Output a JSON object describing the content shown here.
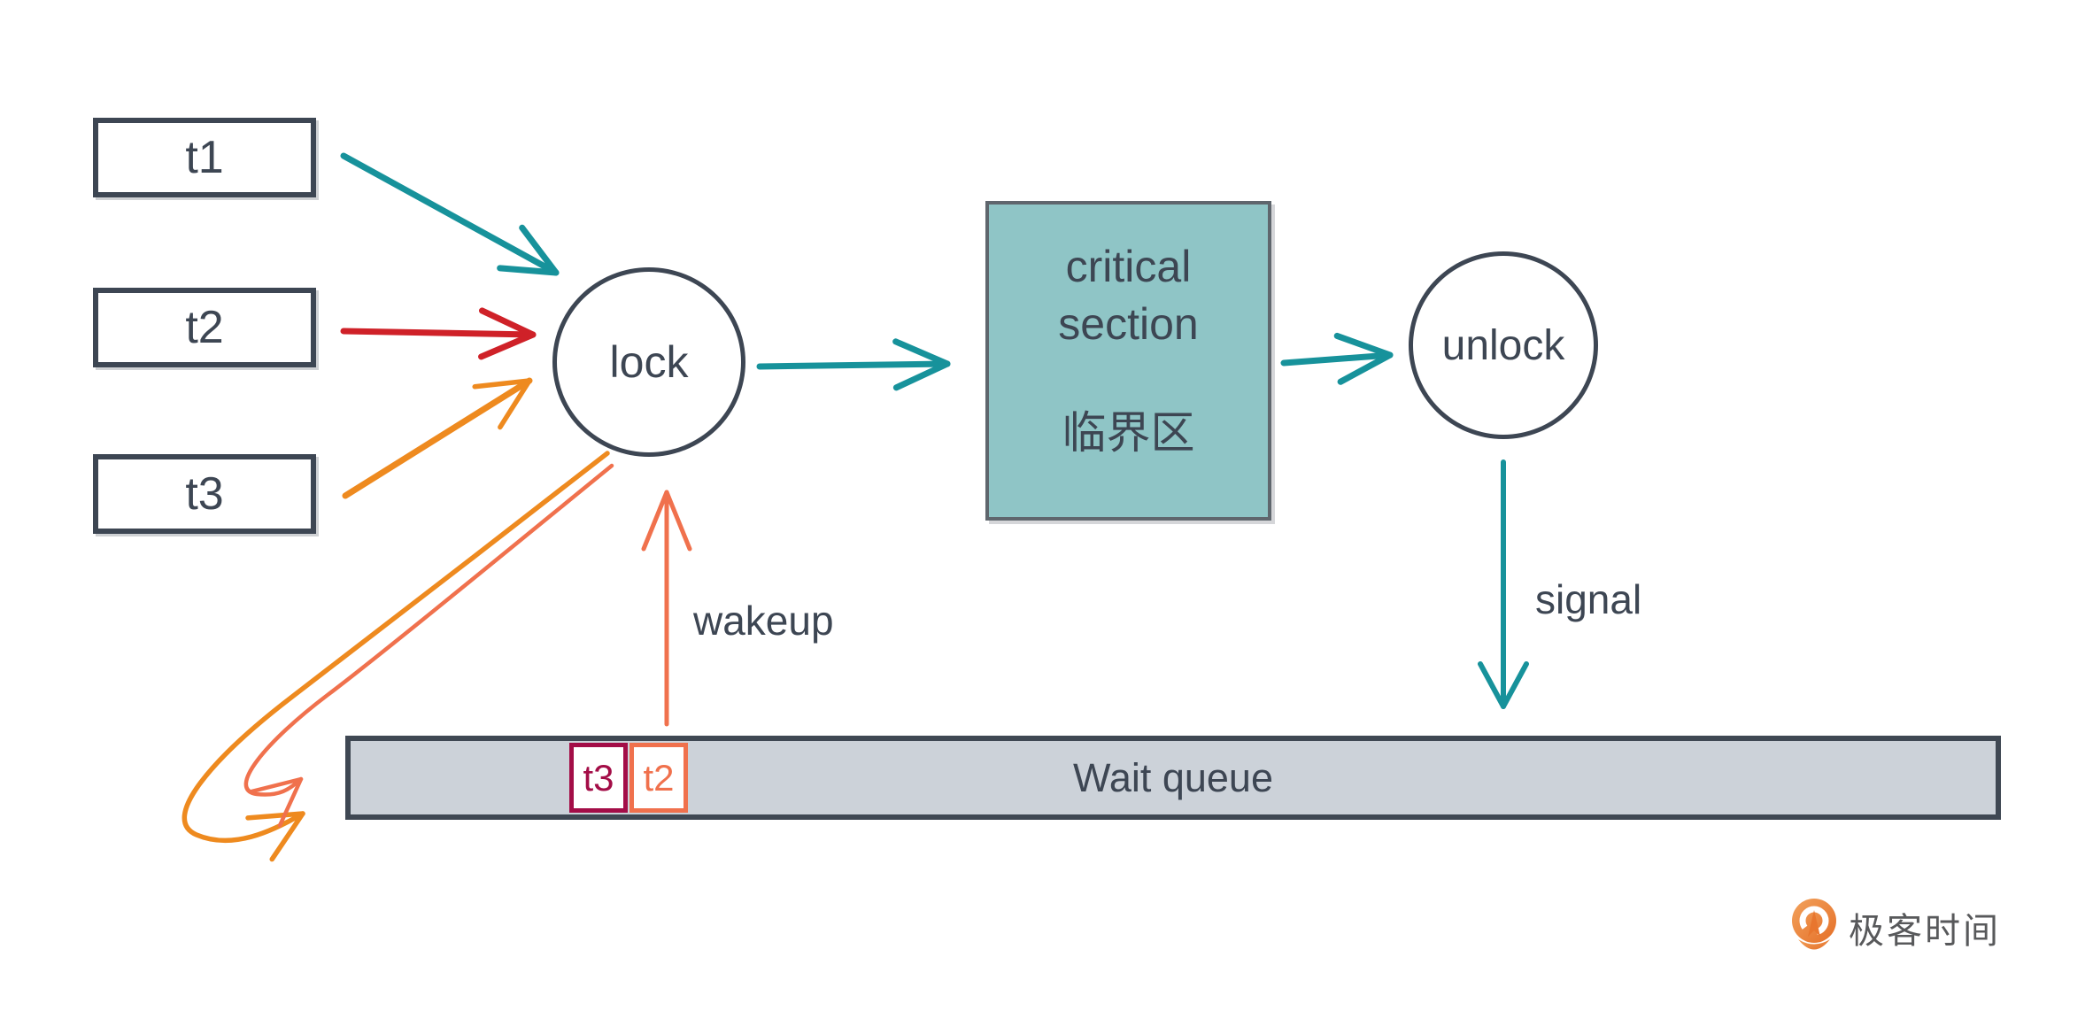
{
  "colors": {
    "ink": "#3d4653",
    "teal": "#17929b",
    "red": "#cf2128",
    "orange": "#ee8a1f",
    "salmon": "#f0714d",
    "maroon": "#a30d47",
    "critical_fill": "#8fc5c6",
    "critical_border": "#5f666d",
    "queue_fill": "#ccd2d9",
    "queue_border": "#3f4853",
    "logo_orange": "#e87a2e",
    "logo_text": "#58595b"
  },
  "diagram": {
    "threads": [
      {
        "label": "t1"
      },
      {
        "label": "t2"
      },
      {
        "label": "t3"
      }
    ],
    "lock": {
      "label": "lock"
    },
    "critical_section": {
      "line1": "critical",
      "line2": "section",
      "line3": "临界区"
    },
    "unlock": {
      "label": "unlock"
    },
    "signal": {
      "label": "signal"
    },
    "wakeup": {
      "label": "wakeup"
    },
    "wait_queue": {
      "label": "Wait queue",
      "items": [
        {
          "label": "t3"
        },
        {
          "label": "t2"
        }
      ]
    },
    "logo": {
      "text": "极客时间"
    }
  }
}
